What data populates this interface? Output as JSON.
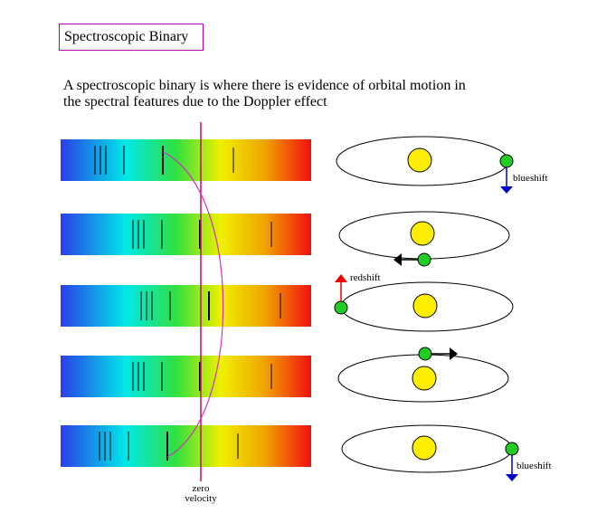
{
  "title": "Spectroscopic Binary",
  "intro": {
    "line1": "A spectroscopic binary is where there is evidence of orbital motion in",
    "line2": "the spectral features due to the Doppler effect"
  },
  "labels": {
    "zero_line1": "zero",
    "zero_line2": "velocity",
    "blueshift": "blueshift",
    "redshift": "redshift"
  },
  "colors": {
    "title_border": "#b000b0",
    "zero_line": "#c0105a",
    "velocity_curve": "#d030c0",
    "star": "#ffee00",
    "companion": "#22cc22",
    "blue_arrow": "#0000cc",
    "red_arrow": "#ee0000",
    "spectrum": [
      "#2a3fe8",
      "#00e8e8",
      "#30e040",
      "#f0f000",
      "#f0a000",
      "#f01010"
    ]
  },
  "spectra": [
    {
      "shift": "blueshift",
      "lines": [
        "dark",
        "dark",
        "dark",
        "dark",
        "dark"
      ]
    },
    {
      "shift": "none",
      "lines": [
        "dark",
        "dark",
        "dark",
        "dark",
        "dark"
      ]
    },
    {
      "shift": "redshift",
      "lines": [
        "dark",
        "dark",
        "dark",
        "dark",
        "dark"
      ]
    },
    {
      "shift": "none",
      "lines": [
        "dark",
        "dark",
        "dark",
        "dark",
        "dark"
      ]
    },
    {
      "shift": "blueshift",
      "lines": [
        "dark",
        "dark",
        "dark",
        "dark",
        "dark"
      ]
    }
  ],
  "orbits": [
    {
      "phase": 1,
      "companion_motion": "away-from-viewer (down)",
      "arrow": "blueshift"
    },
    {
      "phase": 2,
      "companion_motion": "left",
      "arrow": "none"
    },
    {
      "phase": 3,
      "companion_motion": "toward-viewer (up)",
      "arrow": "redshift"
    },
    {
      "phase": 4,
      "companion_motion": "right",
      "arrow": "none"
    },
    {
      "phase": 5,
      "companion_motion": "away-from-viewer (down)",
      "arrow": "blueshift"
    }
  ]
}
